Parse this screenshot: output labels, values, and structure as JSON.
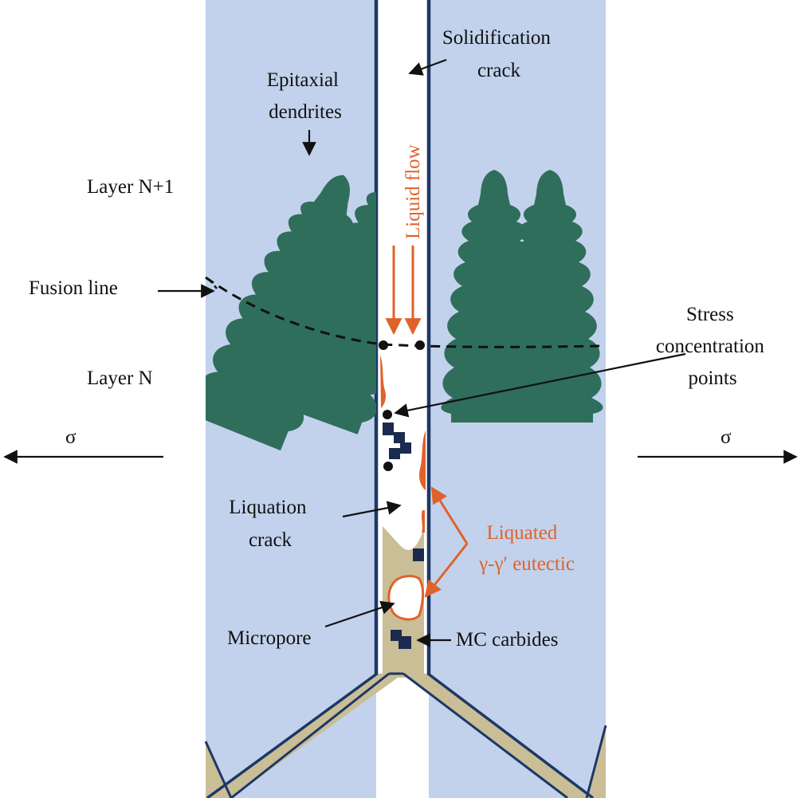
{
  "labels": {
    "solidification_crack": [
      "Solidification",
      "crack"
    ],
    "epitaxial_dendrites": [
      "Epitaxial",
      "dendrites"
    ],
    "layer_top": "Layer N+1",
    "layer_bottom": "Layer N",
    "fusion_line": "Fusion line",
    "liquid_flow": "Liquid flow",
    "stress_concentration": [
      "Stress",
      "concentration",
      "points"
    ],
    "sigma_left": "σ",
    "sigma_right": "σ",
    "liquation_crack": [
      "Liquation",
      "crack"
    ],
    "liquated_eutectic": [
      "Liquated",
      "γ-γ′ eutectic"
    ],
    "micropore": "Micropore",
    "mc_carbides": "MC carbides"
  },
  "colors": {
    "background": "#ffffff",
    "grain_fill": "#c2d2ec",
    "grain_boundary": "#1e3766",
    "dendrite": "#2f6e5b",
    "interdendritic_liquid": "#c9be95",
    "liquid_flow_accent": "#e0622b",
    "carbide": "#1c2a4f",
    "text": "#111111"
  }
}
